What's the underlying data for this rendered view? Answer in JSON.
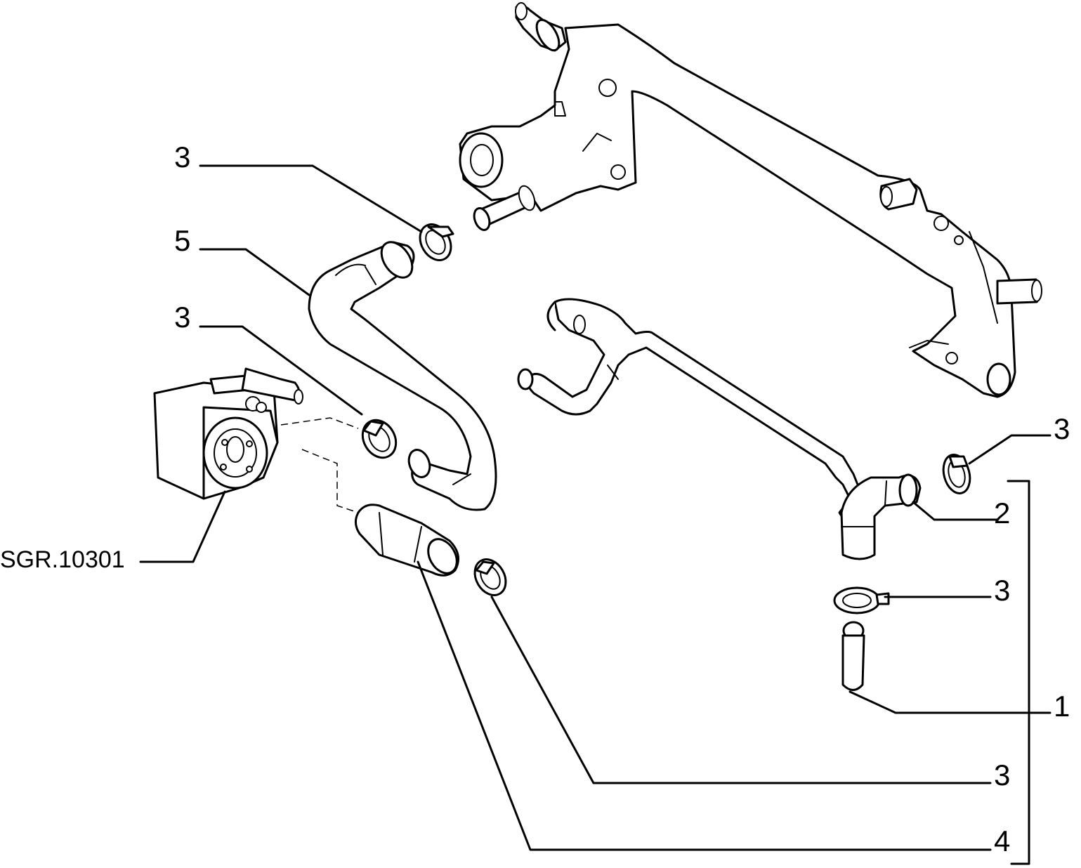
{
  "callouts": {
    "c3_top_left": "3",
    "c5": "5",
    "c3_mid_left": "3",
    "c_ref": "SGR.10301",
    "c3_top_right": "3",
    "c2": "2",
    "c3_mid_right": "3",
    "c1": "1",
    "c3_bottom_right": "3",
    "c4": "4"
  },
  "icons": {
    "coolant_manifold": "coolant-manifold-icon",
    "hose_5": "hose-5-icon",
    "pipe_1": "pipe-1-icon",
    "elbow_2": "elbow-hose-2-icon",
    "hose_4": "hose-4-icon",
    "oil_cooler": "oil-cooler-icon",
    "hose_clamp": "hose-clamp-icon"
  }
}
